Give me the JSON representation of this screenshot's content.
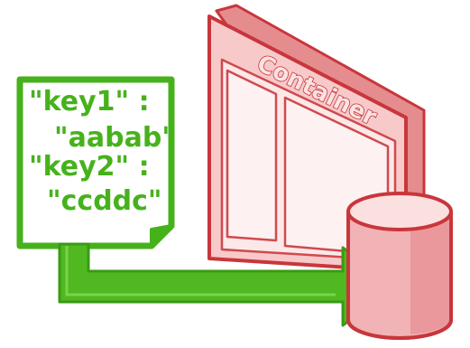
{
  "illustration": {
    "document": {
      "lines": [
        "\"key1\" :",
        "\"aabab\"",
        "\"key2\" :",
        "\"ccddc\""
      ]
    },
    "container": {
      "label": "Container"
    },
    "database": {
      "icon": "database-cylinder-icon"
    },
    "arrow": {
      "icon": "arrow-right-icon"
    },
    "colors": {
      "doc_green": "#46b21b",
      "container_red": "#c8363c",
      "container_fill": "#f8c9c9",
      "database_fill": "#f1b3b5"
    }
  }
}
